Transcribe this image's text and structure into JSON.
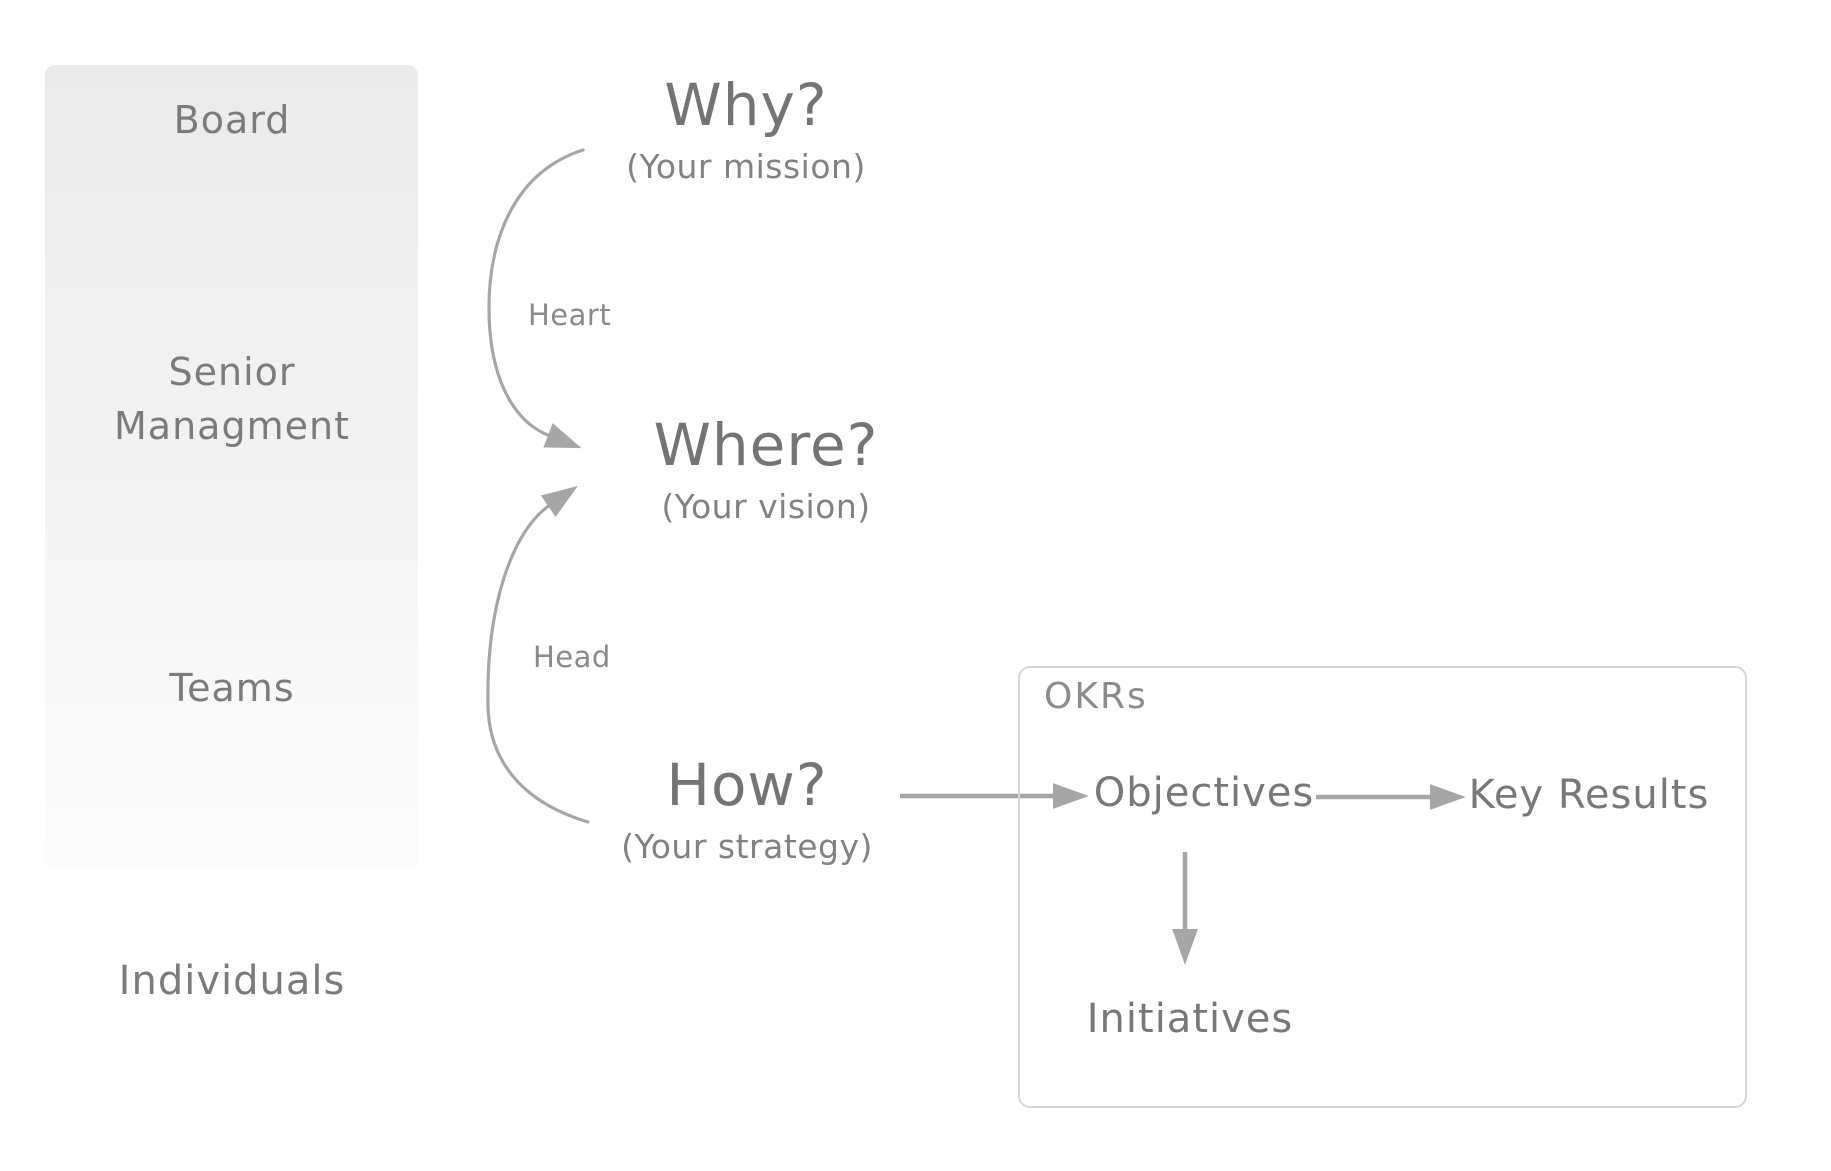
{
  "diagram_title": "Mission / Vision / Strategy to OKRs diagram",
  "colors": {
    "text_primary": "#747474",
    "text_secondary": "#828282",
    "arrow": "#a6a6a6",
    "panel_top": "#ebebeb",
    "panel_bottom": "#fcfcfc",
    "box_border": "#d7d7d7"
  },
  "sidebar": {
    "levels": [
      {
        "label": "Board"
      },
      {
        "lines": [
          "Senior",
          "Managment"
        ]
      },
      {
        "label": "Teams"
      },
      {
        "label": "Individuals"
      }
    ]
  },
  "questions": {
    "why": {
      "title": "Why?",
      "subtitle": "(Your mission)"
    },
    "where": {
      "title": "Where?",
      "subtitle": "(Your vision)"
    },
    "how": {
      "title": "How?",
      "subtitle": "(Your strategy)"
    }
  },
  "connectors": {
    "heart_label": "Heart",
    "head_label": "Head"
  },
  "okr": {
    "box_label": "OKRs",
    "objectives": "Objectives",
    "key_results": "Key Results",
    "initiatives": "Initiatives"
  }
}
